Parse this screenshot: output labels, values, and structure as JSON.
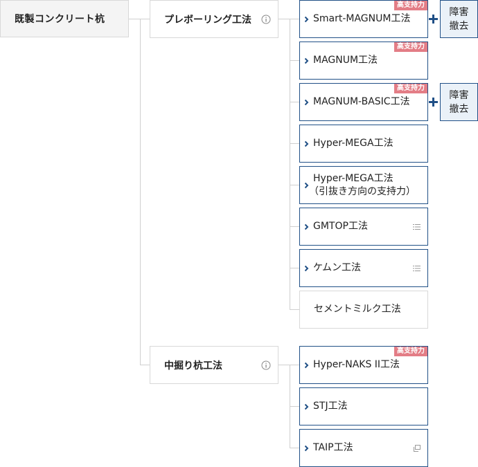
{
  "root": {
    "label": "既製コンクリート杭"
  },
  "categories": [
    {
      "label": "プレボーリング工法",
      "icon": "info-icon"
    },
    {
      "label": "中掘り杭工法",
      "icon": "info-icon"
    }
  ],
  "methods": [
    {
      "label": "Smart-MAGNUM工法",
      "badge": "高支持力",
      "extra": "障害撤去"
    },
    {
      "label": "MAGNUM工法",
      "badge": "高支持力"
    },
    {
      "label": "MAGNUM-BASIC工法",
      "badge": "高支持力",
      "extra": "障害撤去"
    },
    {
      "label": "Hyper-MEGA工法"
    },
    {
      "label_line1": "Hyper-MEGA工法",
      "label_line2": "（引抜き方向の支持力）"
    },
    {
      "label": "GMTOP工法",
      "icon": "list-icon"
    },
    {
      "label": "ケムン工法",
      "icon": "list-icon"
    },
    {
      "label": "セメントミルク工法"
    },
    {
      "label": "Hyper-NAKS II工法",
      "badge": "高支持力"
    },
    {
      "label": "STJ工法"
    },
    {
      "label": "TAIP工法",
      "icon": "window-icon"
    }
  ],
  "colors": {
    "accent": "#1f4f86",
    "badge": "#e37d86",
    "extra_bg": "#eaf1f8"
  }
}
